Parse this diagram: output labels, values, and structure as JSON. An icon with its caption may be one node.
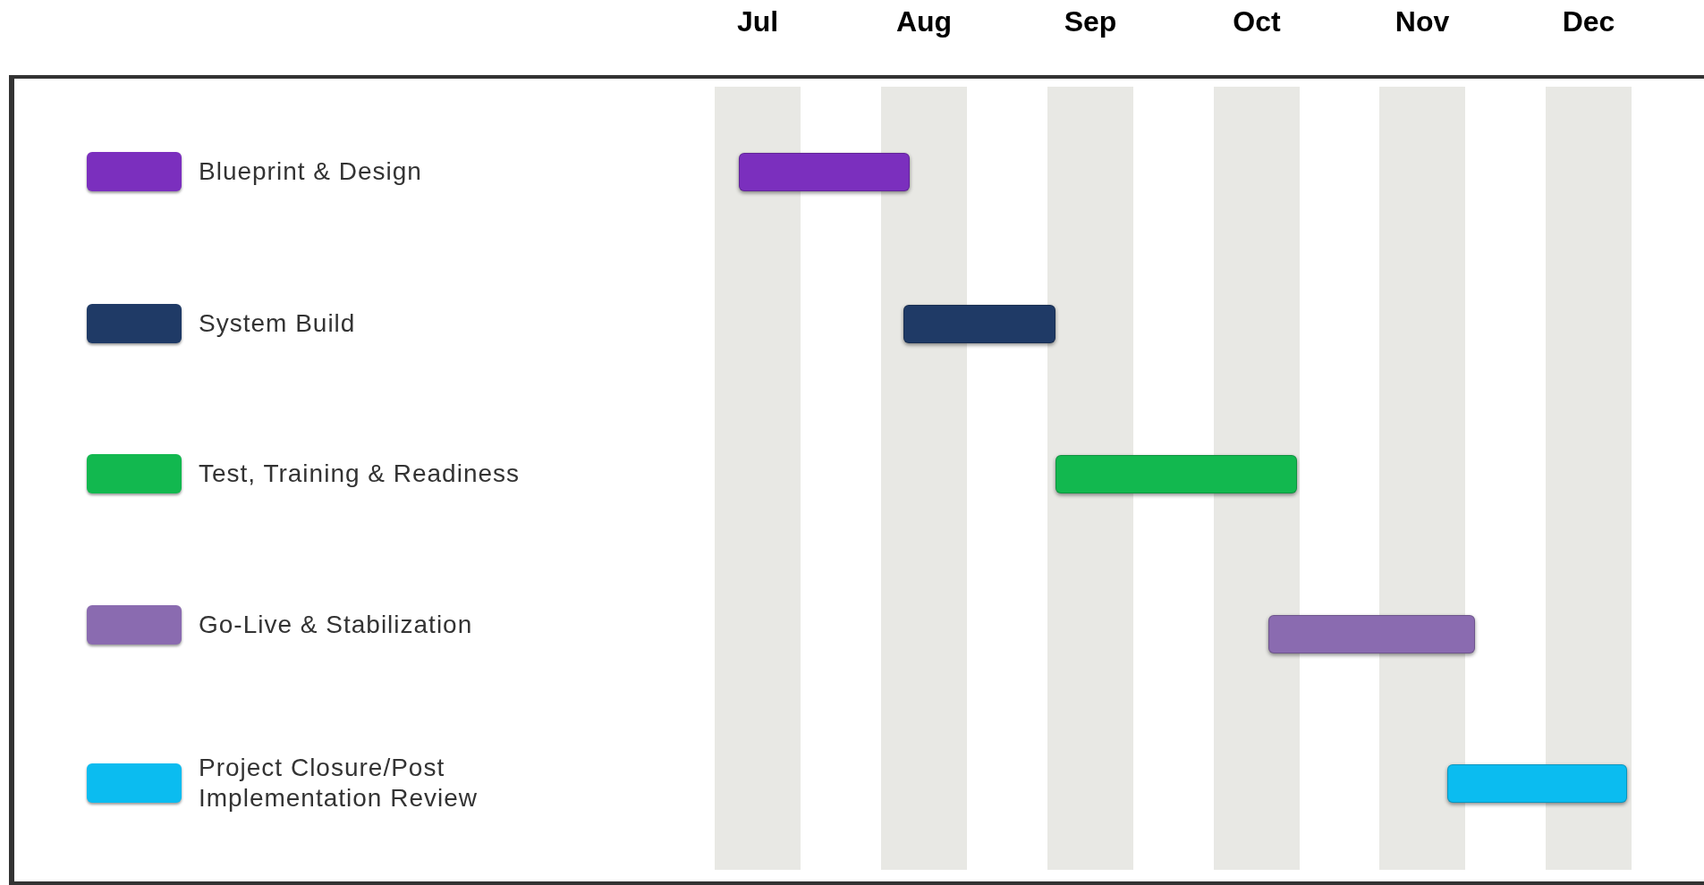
{
  "diagram": {
    "nodes": [
      {
        "text": [],
        "shape": "bar"
      },
      {
        "text": [],
        "shape": "bar"
      },
      {
        "text": [],
        "shape": "bar"
      },
      {
        "text": [],
        "shape": "bar"
      },
      {
        "text": [],
        "shape": "bar"
      }
    ],
    "labels": [
      "Jul",
      "Aug",
      "Sep",
      "Oct",
      "Nov",
      "Dec"
    ],
    "legend": [
      {
        "text": "Blueprint & Design",
        "color": "#7b2fbe"
      },
      {
        "text": "System Build",
        "color": "#1f3a66"
      },
      {
        "text": "Test, Training & Readiness",
        "color": "#12b84f"
      },
      {
        "text": "Go-Live & Stabilization",
        "color": "#8a6bb0"
      },
      {
        "text": "Project Closure/Post Implementation Review",
        "color": "#0bbcf0"
      }
    ]
  }
}
